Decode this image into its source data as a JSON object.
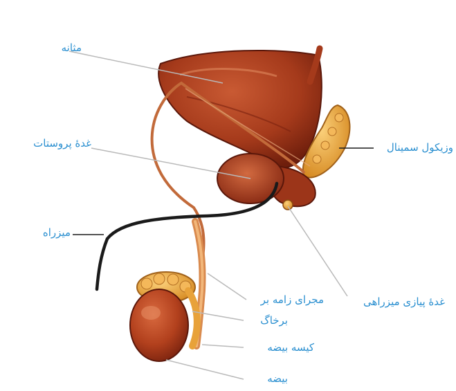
{
  "labels": {
    "bladder": "مثانه",
    "prostate": "غدهٔ پروستات",
    "urethra": "میزراه",
    "seminal_vesicle": "وزیکول سمینال",
    "bulbourethral": "غدهٔ پیازی میزراهی",
    "vas_deferens": "مجرای زامه بر",
    "epididymis": "برخاگ",
    "scrotum": "کیسه بیضه",
    "testis": "بیضه"
  },
  "colors": {
    "label_text": "#2a8fd0",
    "organ_dark": "#8a2a14",
    "organ_mid": "#b8431f",
    "organ_light": "#d97a4a",
    "gland_yellow": "#e8a23a",
    "urethra_line": "#1a1a1a",
    "leader_line": "#b9b9b9"
  }
}
